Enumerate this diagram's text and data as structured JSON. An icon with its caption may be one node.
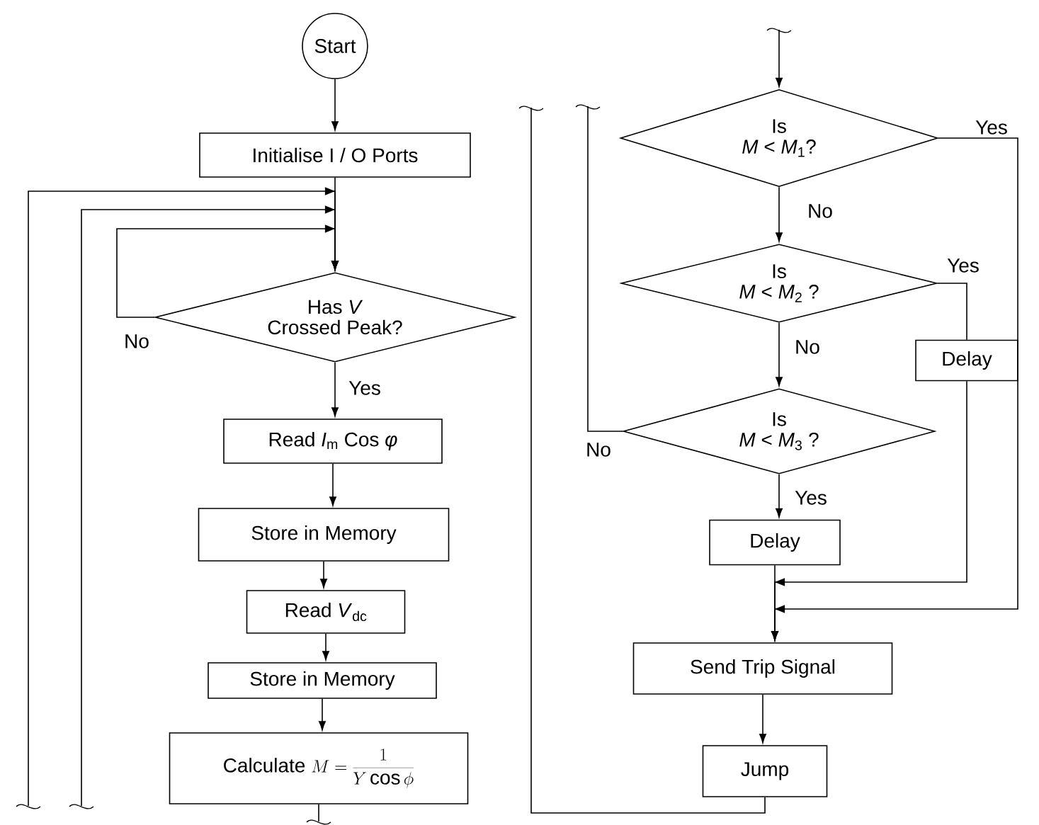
{
  "diagram": {
    "nodes": [
      {
        "text": [
          "Start"
        ]
      },
      {
        "text": [
          "Initialise I / O Ports"
        ]
      },
      {
        "text": [
          "Has *V*",
          "Crossed Peak?"
        ]
      },
      {
        "text": [
          "Read *I*$_{m}$ Cos *φ*"
        ]
      },
      {
        "text": [
          "Store in Memory"
        ]
      },
      {
        "text": [
          "Read *V*$_{dc}$"
        ]
      },
      {
        "text": [
          "Store in Memory"
        ]
      },
      {
        "text": [
          "Calculate",
          "M = \\frac{1}{Y \\cos \\phi}"
        ]
      },
      {
        "text": [
          "Is",
          "*M* < *M*$_{1}$?"
        ]
      },
      {
        "text": [
          "Is",
          "*M* < *M*$_{2}$ ?"
        ]
      },
      {
        "text": [
          "Delay"
        ]
      },
      {
        "text": [
          "Is",
          "*M* < *M*$_{3}$ ?"
        ]
      },
      {
        "text": [
          "Delay"
        ]
      },
      {
        "text": [
          "Send Trip Signal"
        ]
      },
      {
        "text": [
          "Jump"
        ]
      }
    ],
    "edges": [
      {
        "from": 0,
        "to": 1,
        "arrow": "to"
      },
      {
        "from": 1,
        "to": 2,
        "arrow": "to"
      },
      {
        "from": 2,
        "to": 2,
        "arrow": "to",
        "label": "No"
      },
      {
        "from": 2,
        "to": 3,
        "arrow": "to",
        "label": "Yes"
      },
      {
        "from": 3,
        "to": 4,
        "arrow": "to"
      },
      {
        "from": 4,
        "to": 5,
        "arrow": "to"
      },
      {
        "from": 5,
        "to": 6,
        "arrow": "to"
      },
      {
        "from": 6,
        "to": 7,
        "arrow": "to"
      },
      {
        "from": 7,
        "to": null,
        "arrow": "none"
      },
      {
        "from": null,
        "to": 8,
        "arrow": "to"
      },
      {
        "from": 8,
        "to": 9,
        "arrow": "to",
        "label": "No"
      },
      {
        "from": 8,
        "to": 13,
        "arrow": "to",
        "label": "Yes"
      },
      {
        "from": 9,
        "to": 11,
        "arrow": "to",
        "label": "No"
      },
      {
        "from": 9,
        "to": 10,
        "arrow": "none",
        "label": "Yes"
      },
      {
        "from": 10,
        "to": 13,
        "arrow": "to"
      },
      {
        "from": 11,
        "to": 12,
        "arrow": "to",
        "label": "Yes"
      },
      {
        "from": 12,
        "to": 13,
        "arrow": "to"
      },
      {
        "from": 13,
        "to": 14,
        "arrow": "to"
      },
      {
        "from": 11,
        "to": null,
        "arrow": "none",
        "label": "No"
      },
      {
        "from": null,
        "to": 2,
        "arrow": "to"
      },
      {
        "from": 14,
        "to": null,
        "arrow": "none"
      },
      {
        "from": null,
        "to": 2,
        "arrow": "to"
      }
    ]
  }
}
